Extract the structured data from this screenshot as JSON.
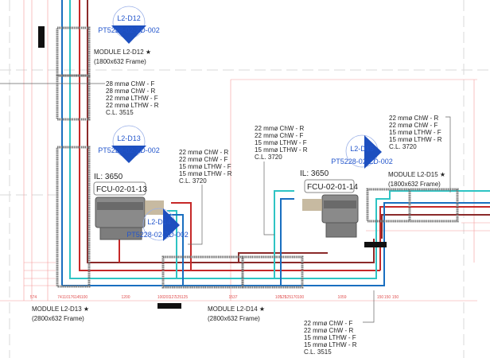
{
  "colors": {
    "chw_flow": "#1a6fc0",
    "chw_return": "#2ec4c4",
    "lthw_flow": "#c62828",
    "lthw_return": "#8b2a2a",
    "dimension": "#e05050",
    "tag": "#2255cc"
  },
  "section_tags": [
    {
      "id": "L2-D12",
      "ref": "PT5228-02-ZD-002"
    },
    {
      "id": "L2-D13",
      "ref": "PT5228-02-ZD-002"
    },
    {
      "id": "L2-D14",
      "ref": "PT5228-02-ZD-002"
    },
    {
      "id": "L2-D15",
      "ref": "PT5228-02-ZD-002"
    }
  ],
  "modules": [
    {
      "name": "MODULE L2-D12",
      "frame": "(1800x632 Frame)"
    },
    {
      "name": "MODULE L2-D13",
      "frame": "(2800x632 Frame)"
    },
    {
      "name": "MODULE L2-D14",
      "frame": "(2800x632 Frame)"
    },
    {
      "name": "MODULE L2-D15",
      "frame": "(1800x632 Frame)"
    }
  ],
  "star": "★",
  "fcus": [
    {
      "tag": "FCU-02-01-13",
      "il": "IL: 3650"
    },
    {
      "tag": "FCU-02-01-14",
      "il": "IL: 3650"
    }
  ],
  "notes": [
    {
      "lines": [
        "28 mmø ChW - F",
        "28 mmø ChW - R",
        "22 mmø LTHW - F",
        "22 mmø LTHW - R",
        "C.L. 3515"
      ]
    },
    {
      "lines": [
        "22 mmø ChW - R",
        "22 mmø ChW - F",
        "15 mmø LTHW - F",
        "15 mmø LTHW - R",
        "C.L. 3720"
      ]
    },
    {
      "lines": [
        "22 mmø ChW - R",
        "22 mmø ChW - F",
        "15 mmø LTHW - F",
        "15 mmø LTHW - R",
        "C.L. 3720"
      ]
    },
    {
      "lines": [
        "22 mmø ChW - R",
        "22 mmø ChW - F",
        "15 mmø LTHW - F",
        "15 mmø LTHW - R",
        "C.L. 3720"
      ]
    },
    {
      "lines": [
        "22 mmø ChW - F",
        "22 mmø ChW - R",
        "15 mmø LTHW - F",
        "15 mmø LTHW - R",
        "C.L. 3515"
      ]
    }
  ],
  "dimensions_bottom": [
    "574",
    "74",
    "110",
    "176",
    "145",
    "100",
    "1200",
    "100",
    "201",
    "127",
    "125",
    "125",
    "1537",
    "105",
    "125",
    "125",
    "170",
    "100",
    "1059",
    "150",
    "150",
    "150"
  ]
}
